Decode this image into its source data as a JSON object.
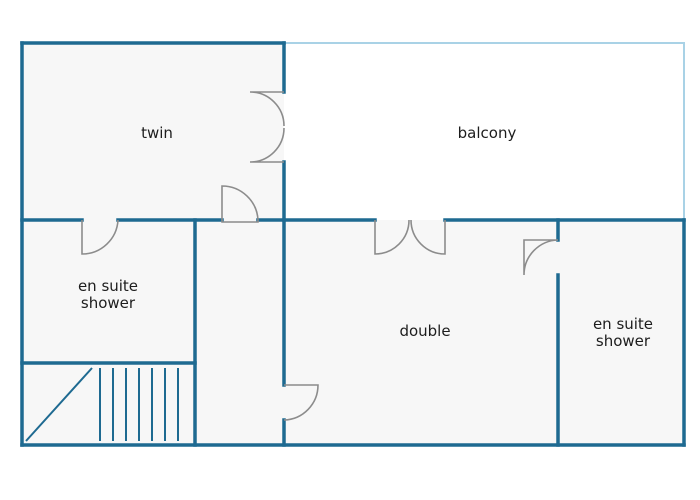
{
  "rooms": {
    "twin": "twin",
    "balcony": "balcony",
    "en_suite_left": [
      "en suite",
      "shower"
    ],
    "double": "double",
    "en_suite_right": [
      "en suite",
      "shower"
    ]
  },
  "colors": {
    "wall": "#1e6a91",
    "balcony_wall": "#a9d2e6",
    "floor": "#f7f7f7",
    "door": "#8c8c8c",
    "label": "#1d1d1d"
  }
}
